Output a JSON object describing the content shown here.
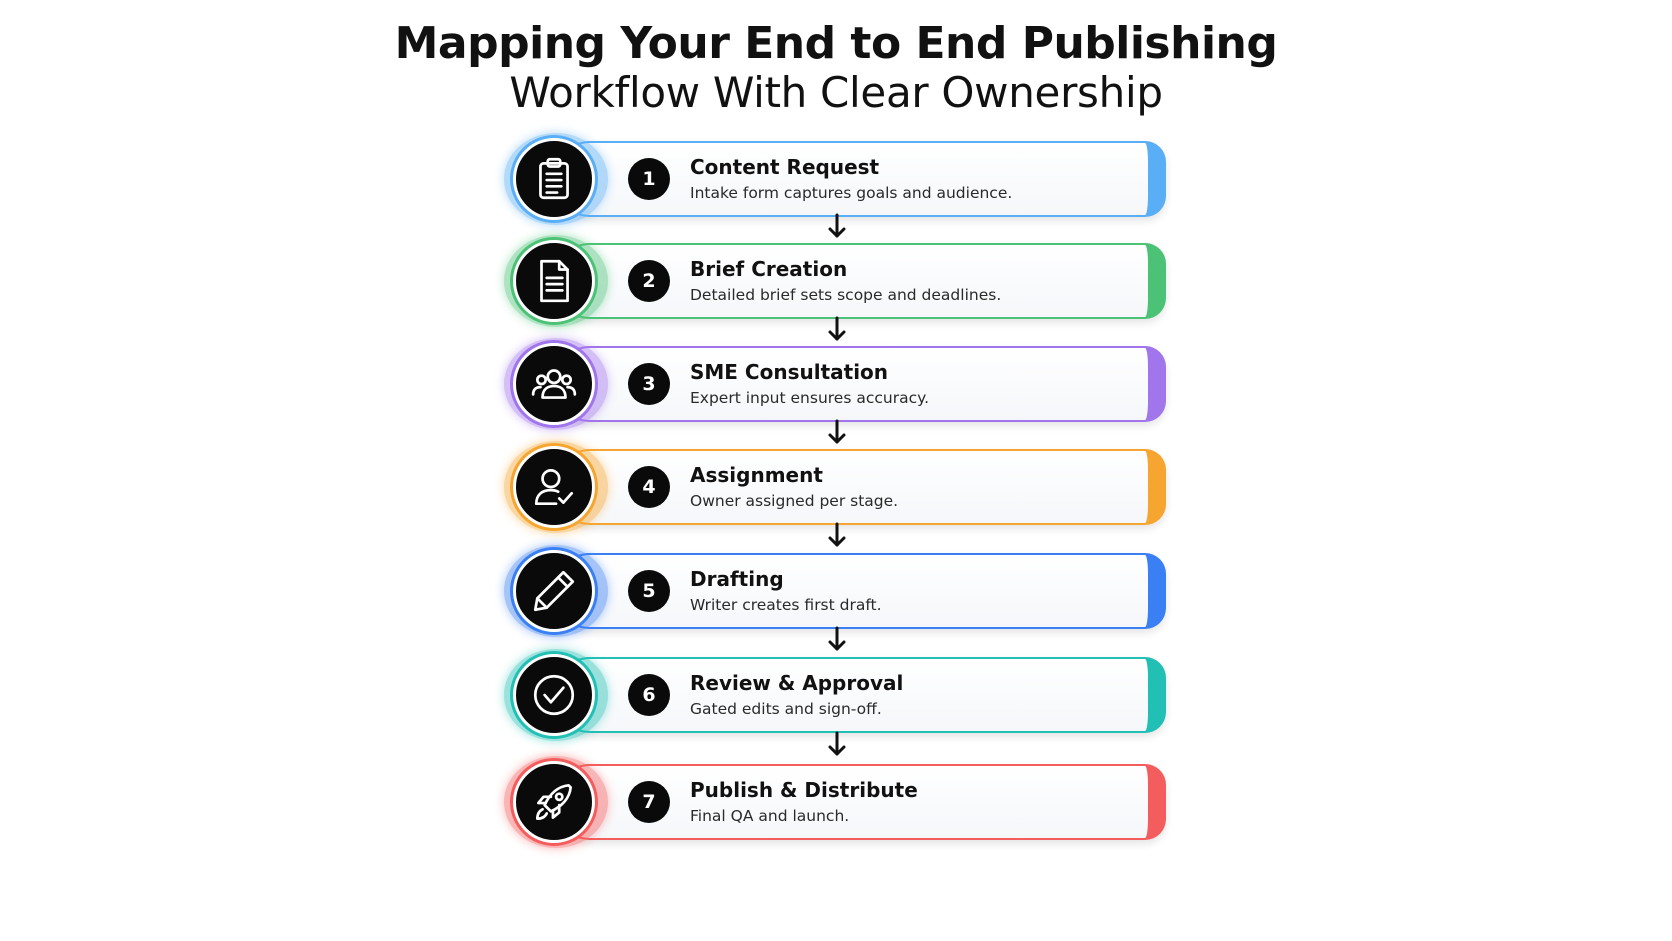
{
  "title": {
    "line1": "Mapping Your End to End Publishing",
    "line2": "Workflow With Clear Ownership"
  },
  "steps": [
    {
      "number": "1",
      "title": "Content Request",
      "description": "Intake form captures goals and audience.",
      "icon": "clipboard-icon",
      "color": "#5aaef5"
    },
    {
      "number": "2",
      "title": "Brief Creation",
      "description": "Detailed brief sets scope and deadlines.",
      "icon": "document-icon",
      "color": "#4cc277"
    },
    {
      "number": "3",
      "title": "SME Consultation",
      "description": "Expert input ensures accuracy.",
      "icon": "group-users-icon",
      "color": "#a175ec"
    },
    {
      "number": "4",
      "title": "Assignment",
      "description": "Owner assigned per stage.",
      "icon": "user-check-icon",
      "color": "#f6a531"
    },
    {
      "number": "5",
      "title": "Drafting",
      "description": "Writer creates first draft.",
      "icon": "pencil-icon",
      "color": "#3a7ff3"
    },
    {
      "number": "6",
      "title": "Review & Approval",
      "description": "Gated edits and sign-off.",
      "icon": "check-circle-icon",
      "color": "#22bfb4"
    },
    {
      "number": "7",
      "title": "Publish & Distribute",
      "description": "Final QA and launch.",
      "icon": "rocket-icon",
      "color": "#f45d5d"
    }
  ]
}
